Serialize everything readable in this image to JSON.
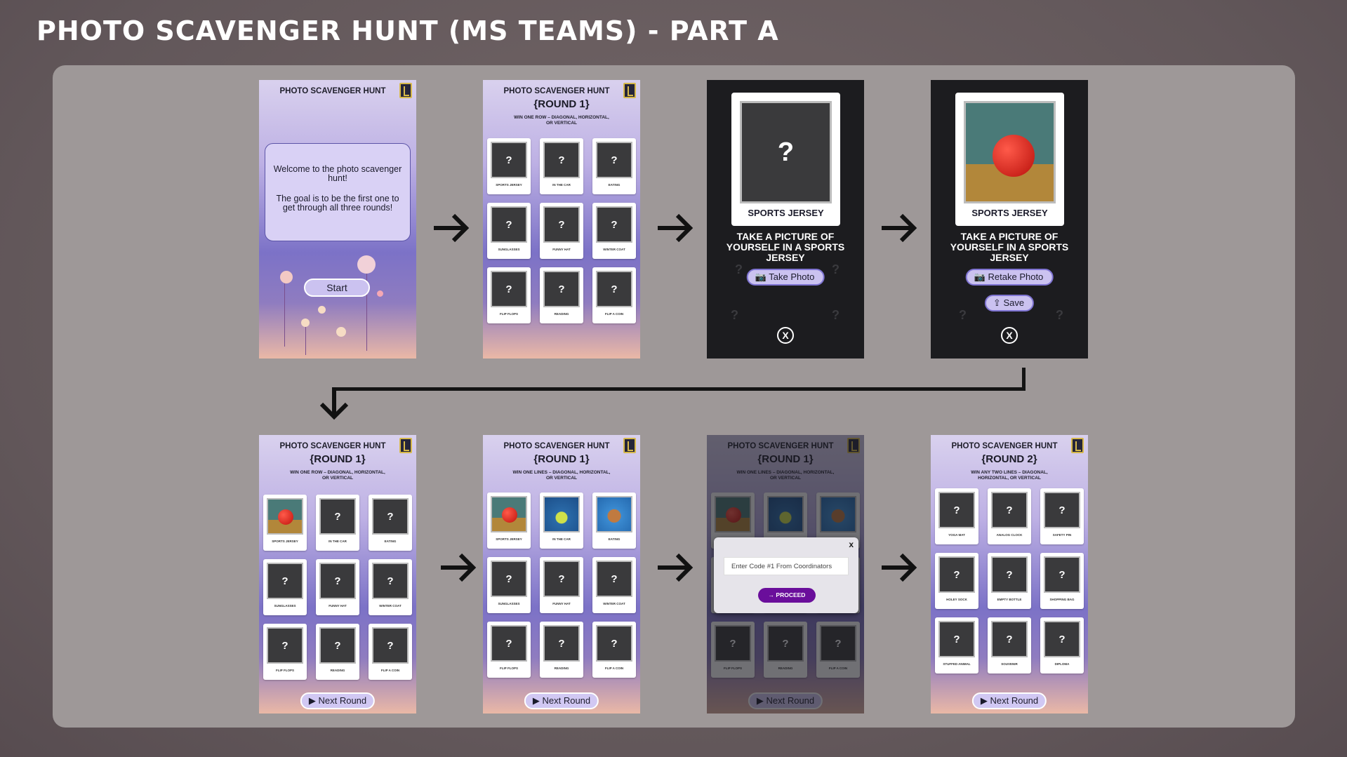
{
  "header": {
    "title": "PHOTO SCAVENGER HUNT (MS TEAMS) - PART A"
  },
  "app": {
    "name": "PHOTO SCAVENGER HUNT"
  },
  "welcome": {
    "line1": "Welcome to the photo scavenger hunt!",
    "line2": "The goal is to be the first one to get through all three rounds!",
    "start_label": "Start"
  },
  "round1": {
    "title": "{ROUND 1}",
    "subtitle_a": "WIN ONE ROW – DIAGONAL, HORIZONTAL, OR VERTICAL",
    "subtitle_b": "WIN ONE LINES – DIAGONAL, HORIZONTAL, OR VERTICAL",
    "items": [
      "SPORTS JERSEY",
      "IN THE CAR",
      "EATING",
      "SUNGLASSES",
      "FUNNY HAT",
      "WINTER COAT",
      "FLIP FLOPS",
      "READING",
      "FLIP A COIN"
    ],
    "placeholder": "?"
  },
  "round2": {
    "title": "{ROUND 2}",
    "subtitle": "WIN ANY TWO LINES – DIAGONAL, HORIZONTAL, OR VERTICAL",
    "items": [
      "YOGA MAT",
      "ANALOG CLOCK",
      "SAFETY PIN",
      "HOLEY SOCK",
      "EMPTY BOTTLE",
      "SHOPPING BAG",
      "STUFFED ANIMAL",
      "SOUVENIR",
      "DIPLOMA"
    ]
  },
  "capture": {
    "item_label": "SPORTS JERSEY",
    "prompt": "TAKE A PICTURE OF YOURSELF IN A SPORTS JERSEY",
    "take_photo": "Take Photo",
    "retake_photo": "Retake Photo",
    "save": "Save",
    "close_glyph": "X"
  },
  "code_modal": {
    "close_glyph": "x",
    "placeholder": "Enter Code #1 From Coordinators",
    "proceed": "PROCEED"
  },
  "next_round_label": "Next Round",
  "icons": [
    "arrow-right-icon",
    "arrow-down-icon",
    "camera-icon",
    "upload-icon",
    "play-icon",
    "close-circle-icon",
    "logo-icon"
  ]
}
